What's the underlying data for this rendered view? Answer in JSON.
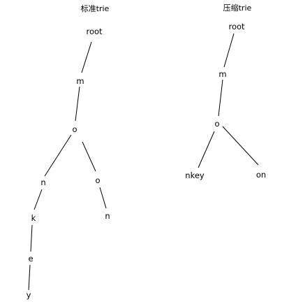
{
  "standard": {
    "title": "标准trie",
    "nodes": {
      "root": "root",
      "m": "m",
      "o": "o",
      "n1": "n",
      "k": "k",
      "e": "e",
      "y": "y",
      "o2": "o",
      "n2": "n"
    }
  },
  "compressed": {
    "title": "压缩trie",
    "nodes": {
      "root": "root",
      "m": "m",
      "o": "o",
      "nkey": "nkey",
      "on": "on"
    }
  }
}
